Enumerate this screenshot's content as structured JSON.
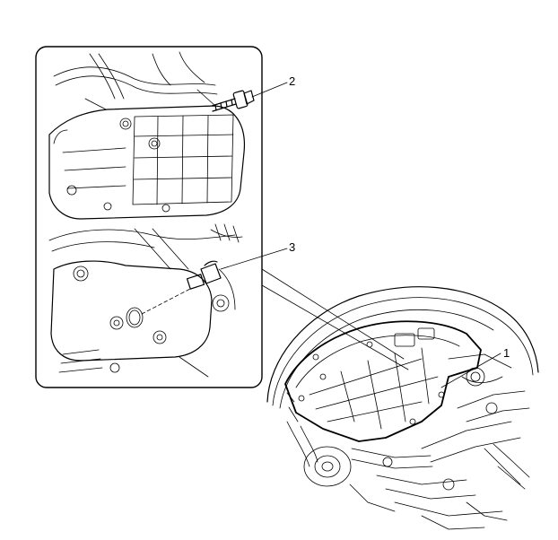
{
  "figure": {
    "callouts": [
      {
        "id": "2",
        "label": "2"
      },
      {
        "id": "3",
        "label": "3"
      },
      {
        "id": "1",
        "label": "1"
      }
    ],
    "colors": {
      "line": "#000000",
      "background": "#ffffff",
      "inset_border": "#000000"
    }
  }
}
